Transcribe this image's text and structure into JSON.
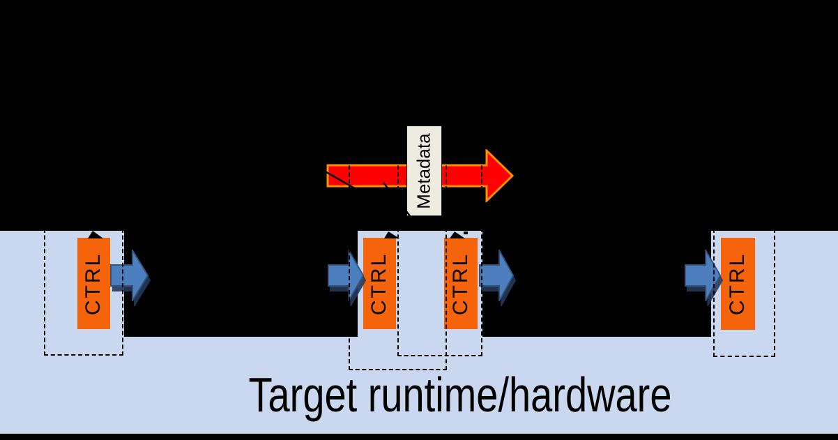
{
  "slide": {
    "background_color": "#000000",
    "note": "content above the band is invisible black-on-black; only colored shapes show"
  },
  "band": {
    "label": "Target runtime/hardware",
    "fill": "#c9d8ef",
    "text_color": "#000000"
  },
  "ctrl_boxes": [
    {
      "label": "CTRL"
    },
    {
      "label": "CTRL"
    },
    {
      "label": "CTRL"
    },
    {
      "label": "CTRL"
    }
  ],
  "ctrl_style": {
    "fill": "#f5640a",
    "text_color": "#000000",
    "text_rotation_deg": -90
  },
  "metadata": {
    "label": "Metadata",
    "box_fill": "#eeece1",
    "box_border": "#1a1a1a",
    "text_rotation_deg": -90
  },
  "metadata_arrow": {
    "fill": "#ff0000",
    "stroke": "#ff9000",
    "direction": "right"
  },
  "flow_arrows": {
    "fill": "#4d7ebd",
    "stroke": "#34547c",
    "shadow": "#26395a",
    "direction": "right"
  },
  "dashed_context_boxes": {
    "stroke": "#000000",
    "style": "dashed",
    "count": 4
  }
}
